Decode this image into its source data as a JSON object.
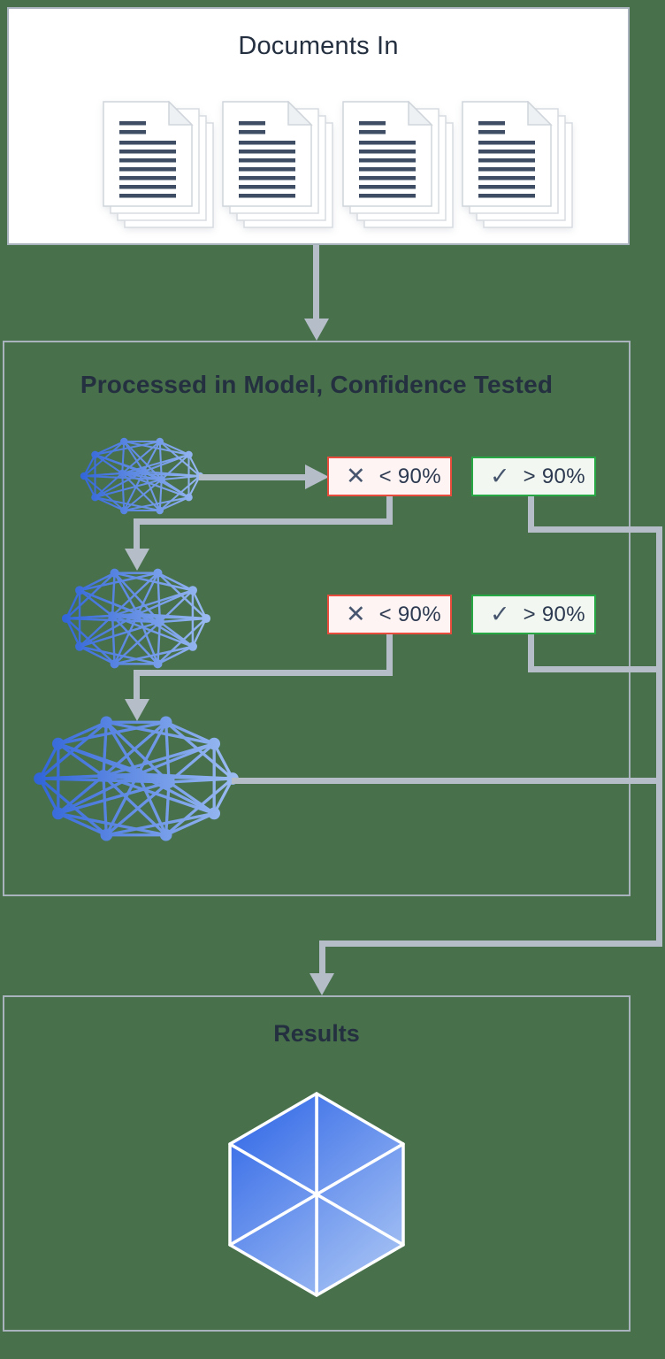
{
  "diagram": {
    "input": {
      "title": "Documents In",
      "document_stack_count": 4
    },
    "processing": {
      "title": "Processed in Model, Confidence Tested",
      "stages": [
        {
          "fail": {
            "label": "< 90%"
          },
          "pass": {
            "label": "> 90%"
          }
        },
        {
          "fail": {
            "label": "< 90%"
          },
          "pass": {
            "label": "> 90%"
          }
        }
      ]
    },
    "output": {
      "title": "Results"
    }
  },
  "icons": {
    "fail_glyph": "✕",
    "pass_glyph": "✓"
  },
  "colors": {
    "background": "#47704b",
    "panel_border": "#a9b3be",
    "panel_background": "#ffffff",
    "connector": "#b4bdc8",
    "title_text": "#242f40",
    "badge_text": "#2c3950",
    "badge_glyph": "#47566e",
    "fail_border": "#e74c3c",
    "fail_background": "#fdf4f3",
    "pass_border": "#28a745",
    "pass_background": "#f2f8f1",
    "network_blue_dark": "#2f63d8",
    "network_blue_light": "#9dbdf2",
    "hexagon_blue_dark": "#2a62e6",
    "hexagon_blue_light": "#b3ccf5",
    "document_line": "#3e4d63"
  }
}
